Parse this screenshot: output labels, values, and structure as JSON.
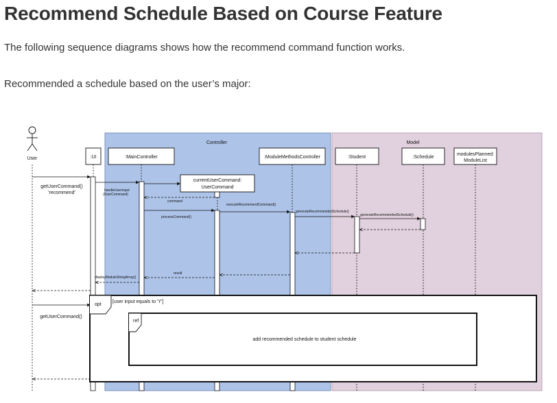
{
  "doc": {
    "title": "Recommend Schedule Based on Course Feature",
    "intro": "The following sequence diagrams shows how the recommend command function works.",
    "subheading": "Recommended a schedule based on the user’s major:"
  },
  "diagram": {
    "frames": {
      "controller": "Controller",
      "model": "Model"
    },
    "actor": "User",
    "participants": {
      "ui": ":UI",
      "main_controller": ":MainController",
      "current_command_line1": "currentUserCommand:",
      "current_command_line2": "UserCommand",
      "module_methods_controller": ":ModuleMethodsController",
      "student": ":Student",
      "schedule": ":Schedule",
      "modules_planned_line1": "modulesPlanned:",
      "modules_planned_line2": "ModuleList"
    },
    "messages": {
      "get_user_command": "getUserCommand()",
      "recommend_arg": "'recommend'",
      "handle_user_input_line1": "handleUserInput",
      "handle_user_input_line2": "(UserCommand)",
      "command": "command",
      "process_command": "processCommand()",
      "execute_recommend_command": "executeRecommendCommand()",
      "generate_schedule_student": "generateRecommendedSchedule()",
      "generate_schedule_schedule": "generateRecommendedSchedule()",
      "result": "result",
      "display_module_string_array": "displayModuleStringArray()",
      "get_user_command_2": "getUserCommand()"
    },
    "opt_fragment": {
      "keyword": "opt",
      "guard": "[user input equals to 'Y']"
    },
    "ref_fragment": {
      "keyword": "ref",
      "text": "add recommended schedule to student schedule"
    },
    "colors": {
      "controller_fill": "#adc3e8",
      "model_fill": "#e1d0dd",
      "line": "#111111"
    }
  }
}
